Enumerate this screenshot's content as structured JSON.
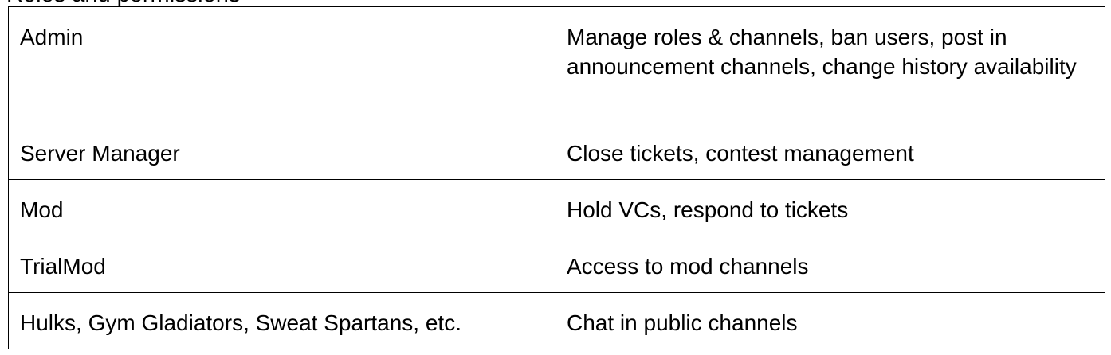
{
  "heading_fragment": "Roles and permissions",
  "table": {
    "rows": [
      {
        "role": "Admin",
        "permissions": "Manage roles & channels, ban users, post in announcement channels, change history availability"
      },
      {
        "role": "Server Manager",
        "permissions": "Close tickets, contest management"
      },
      {
        "role": "Mod",
        "permissions": "Hold VCs, respond to tickets"
      },
      {
        "role": "TrialMod",
        "permissions": "Access to mod channels"
      },
      {
        "role": "Hulks, Gym Gladiators, Sweat Spartans, etc.",
        "permissions": "Chat in public channels"
      }
    ]
  }
}
